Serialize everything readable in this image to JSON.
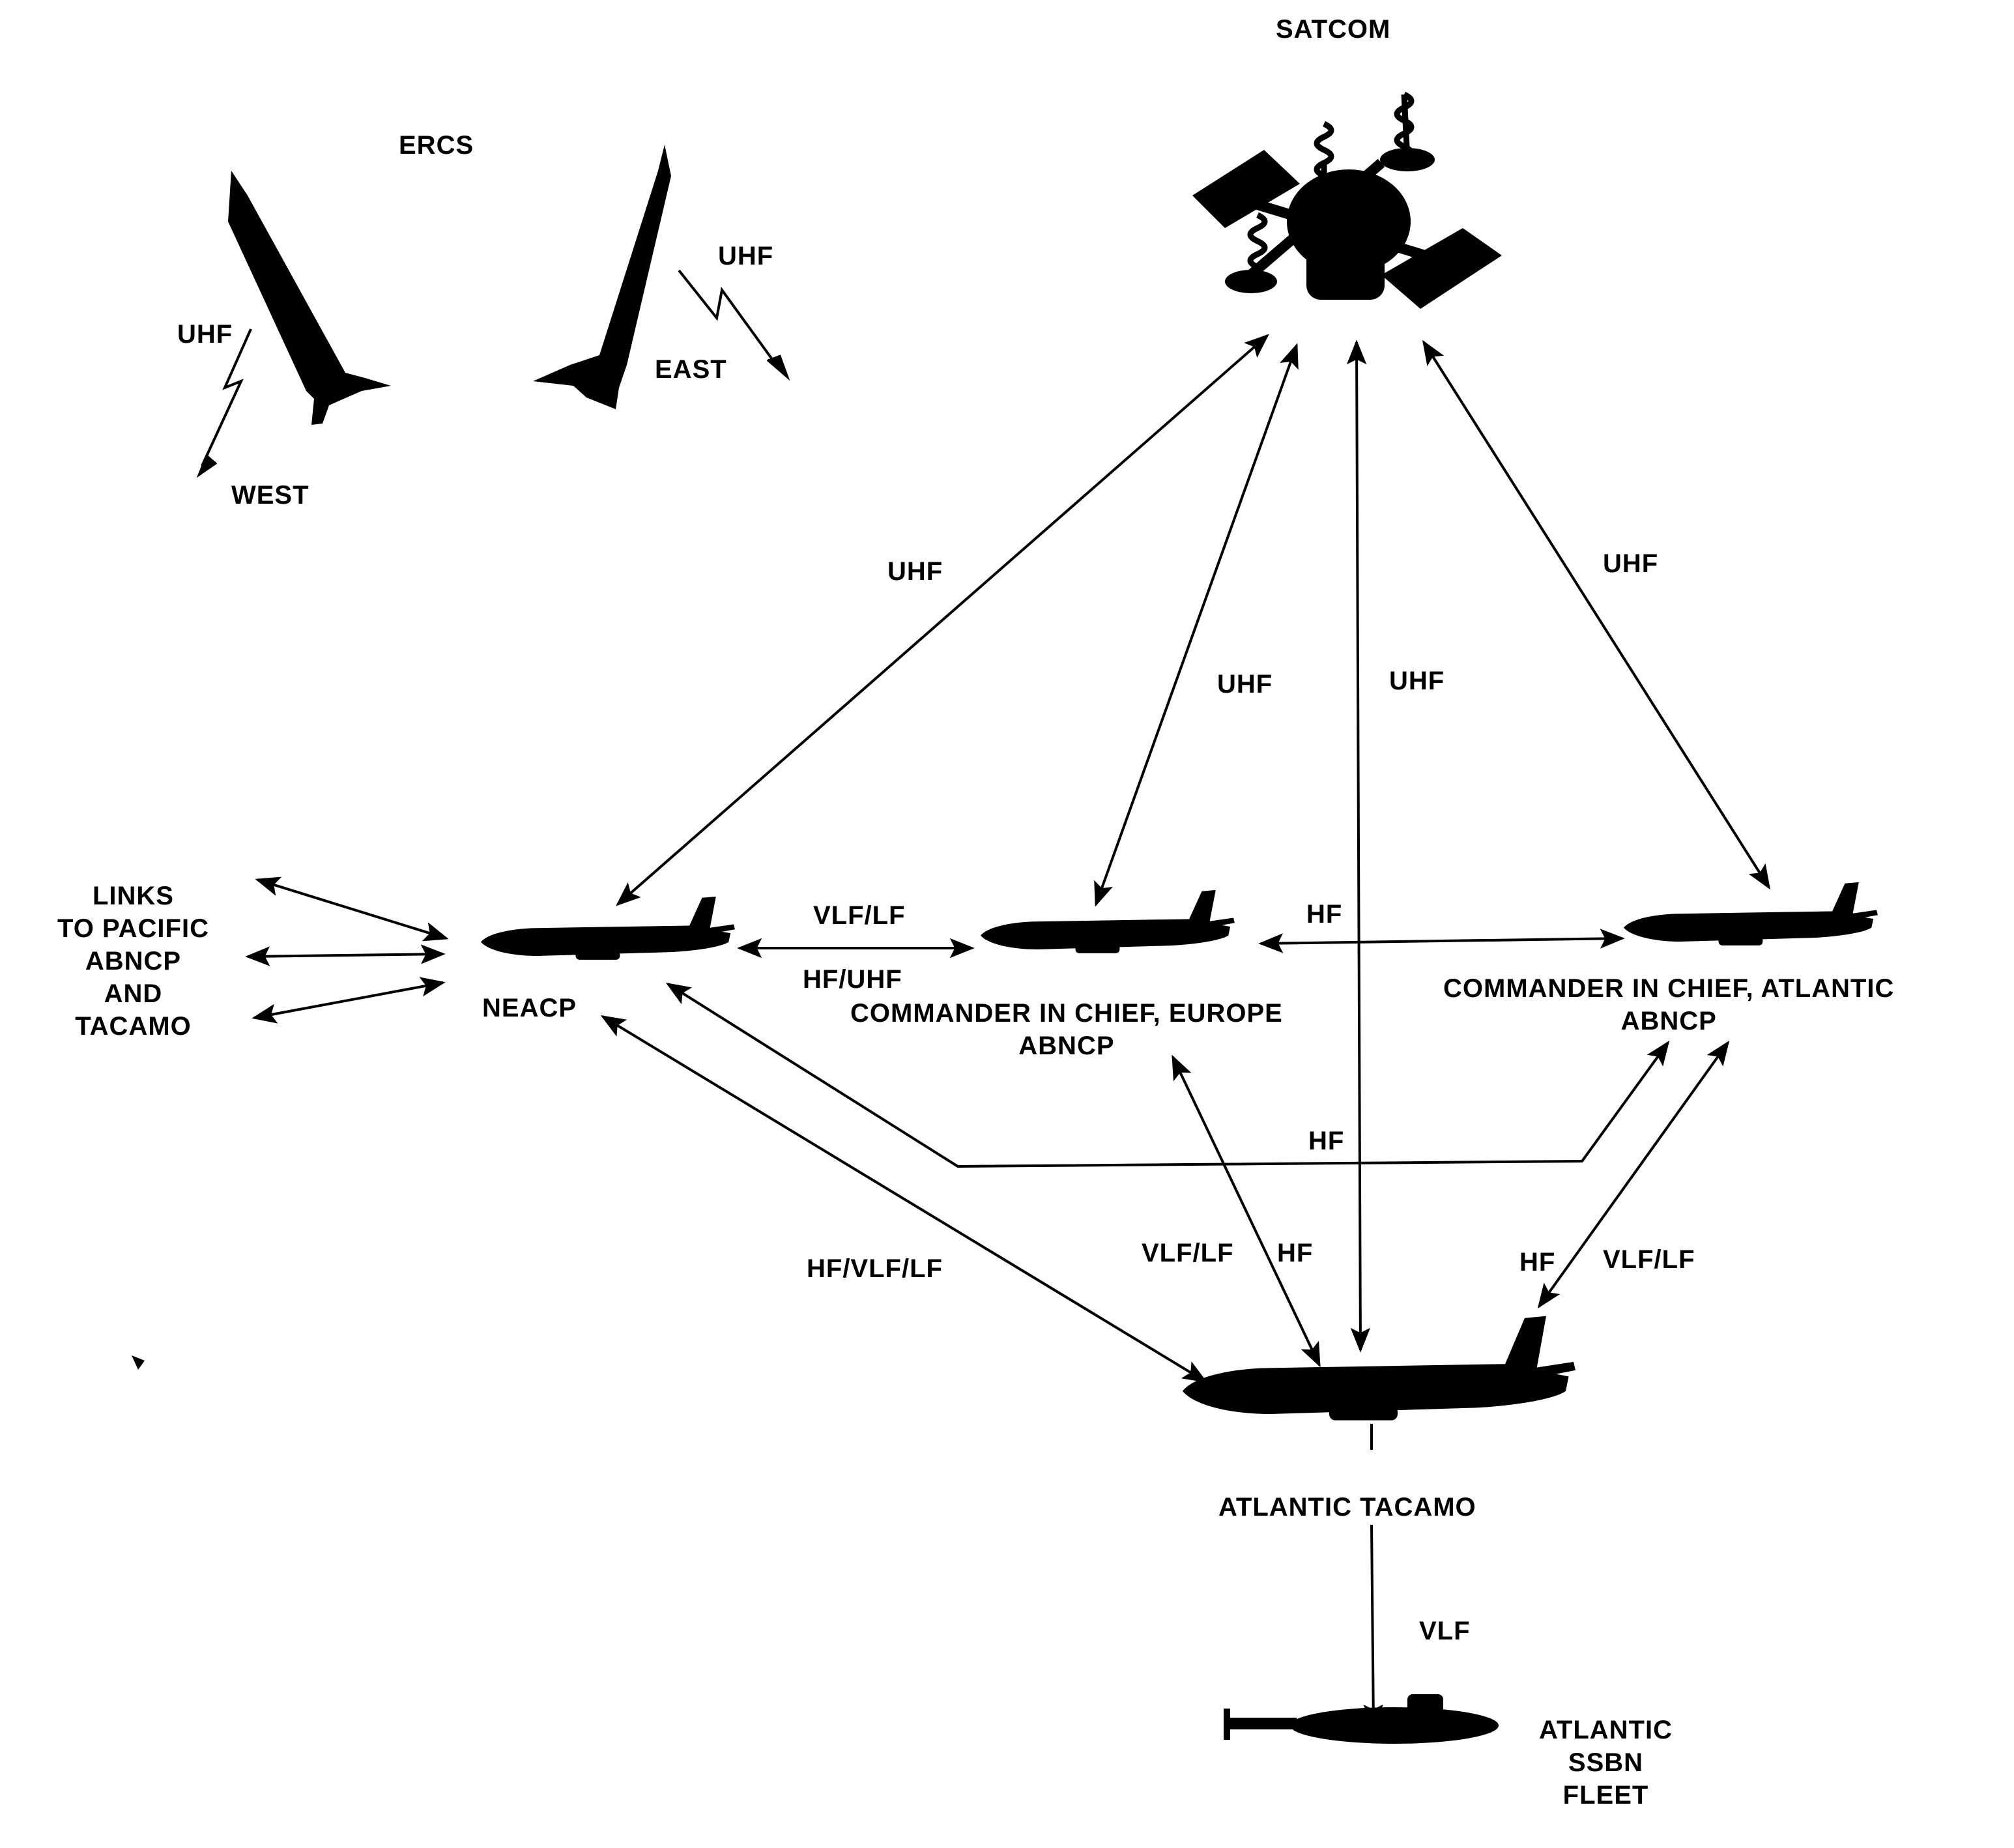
{
  "nodes": {
    "satcom": "SATCOM",
    "ercs": "ERCS",
    "neacp": "NEACP",
    "europe_abncp": "COMMANDER IN CHIEF, EUROPE\nABNCP",
    "atlantic_abncp": "COMMANDER IN CHIEF, ATLANTIC\nABNCP",
    "atlantic_tacamo": "ATLANTIC TACAMO",
    "atlantic_ssbn_fleet": "ATLANTIC\nSSBN\nFLEET",
    "pacific_links": "LINKS\nTO PACIFIC\nABNCP\nAND\nTACAMO"
  },
  "directions": {
    "west": "WEST",
    "east": "EAST"
  },
  "links": {
    "ercs_west": "UHF",
    "ercs_east": "UHF",
    "satcom_neacp": "UHF",
    "satcom_europe": "UHF",
    "satcom_tacamo": "UHF",
    "satcom_atlantic": "UHF",
    "neacp_europe_top": "VLF/LF",
    "neacp_europe_bottom": "HF/UHF",
    "europe_atlantic": "HF",
    "neacp_atlantic": "HF",
    "neacp_tacamo": "HF/VLF/LF",
    "europe_tacamo_left": "VLF/LF",
    "europe_tacamo_right": "HF",
    "atlantic_tacamo_left": "HF",
    "atlantic_tacamo_right": "VLF/LF",
    "tacamo_ssbn": "VLF"
  },
  "colors": {
    "ink": "#000000",
    "paper": "#ffffff"
  }
}
